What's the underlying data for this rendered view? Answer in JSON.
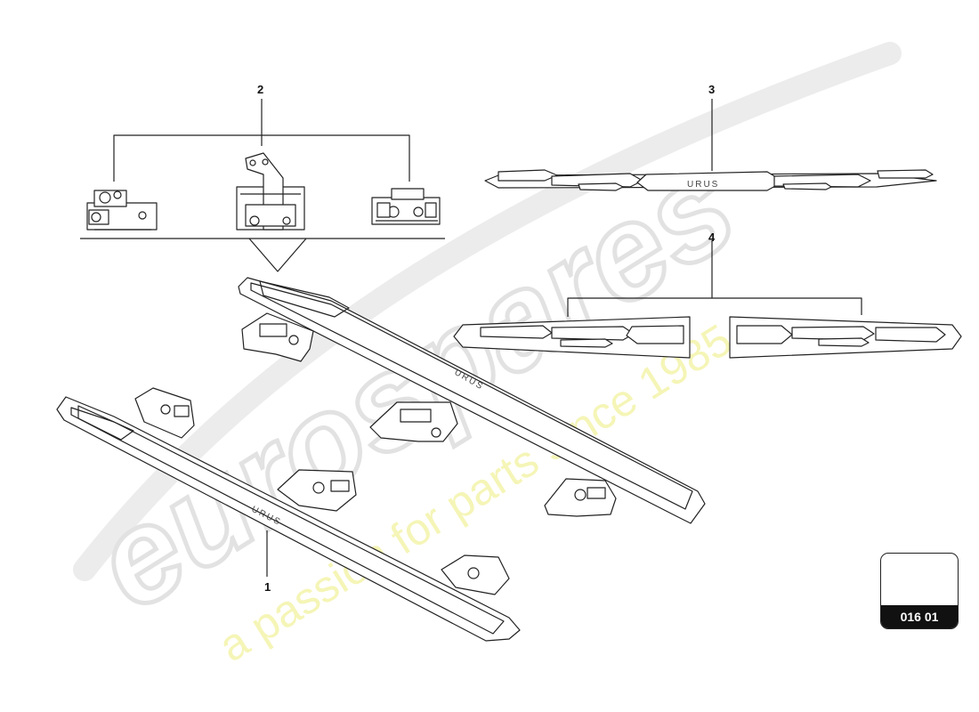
{
  "callouts": {
    "c1": "1",
    "c2": "2",
    "c3": "3",
    "c4": "4"
  },
  "page_reference": "016 01",
  "badge_text": "URUS",
  "watermark": {
    "logo": "eurospares",
    "tagline": "a passion for parts since 1985"
  },
  "colors": {
    "line": "#222222",
    "watermark_logo": "#e6e6e6",
    "watermark_text": "#f3f3a8"
  }
}
